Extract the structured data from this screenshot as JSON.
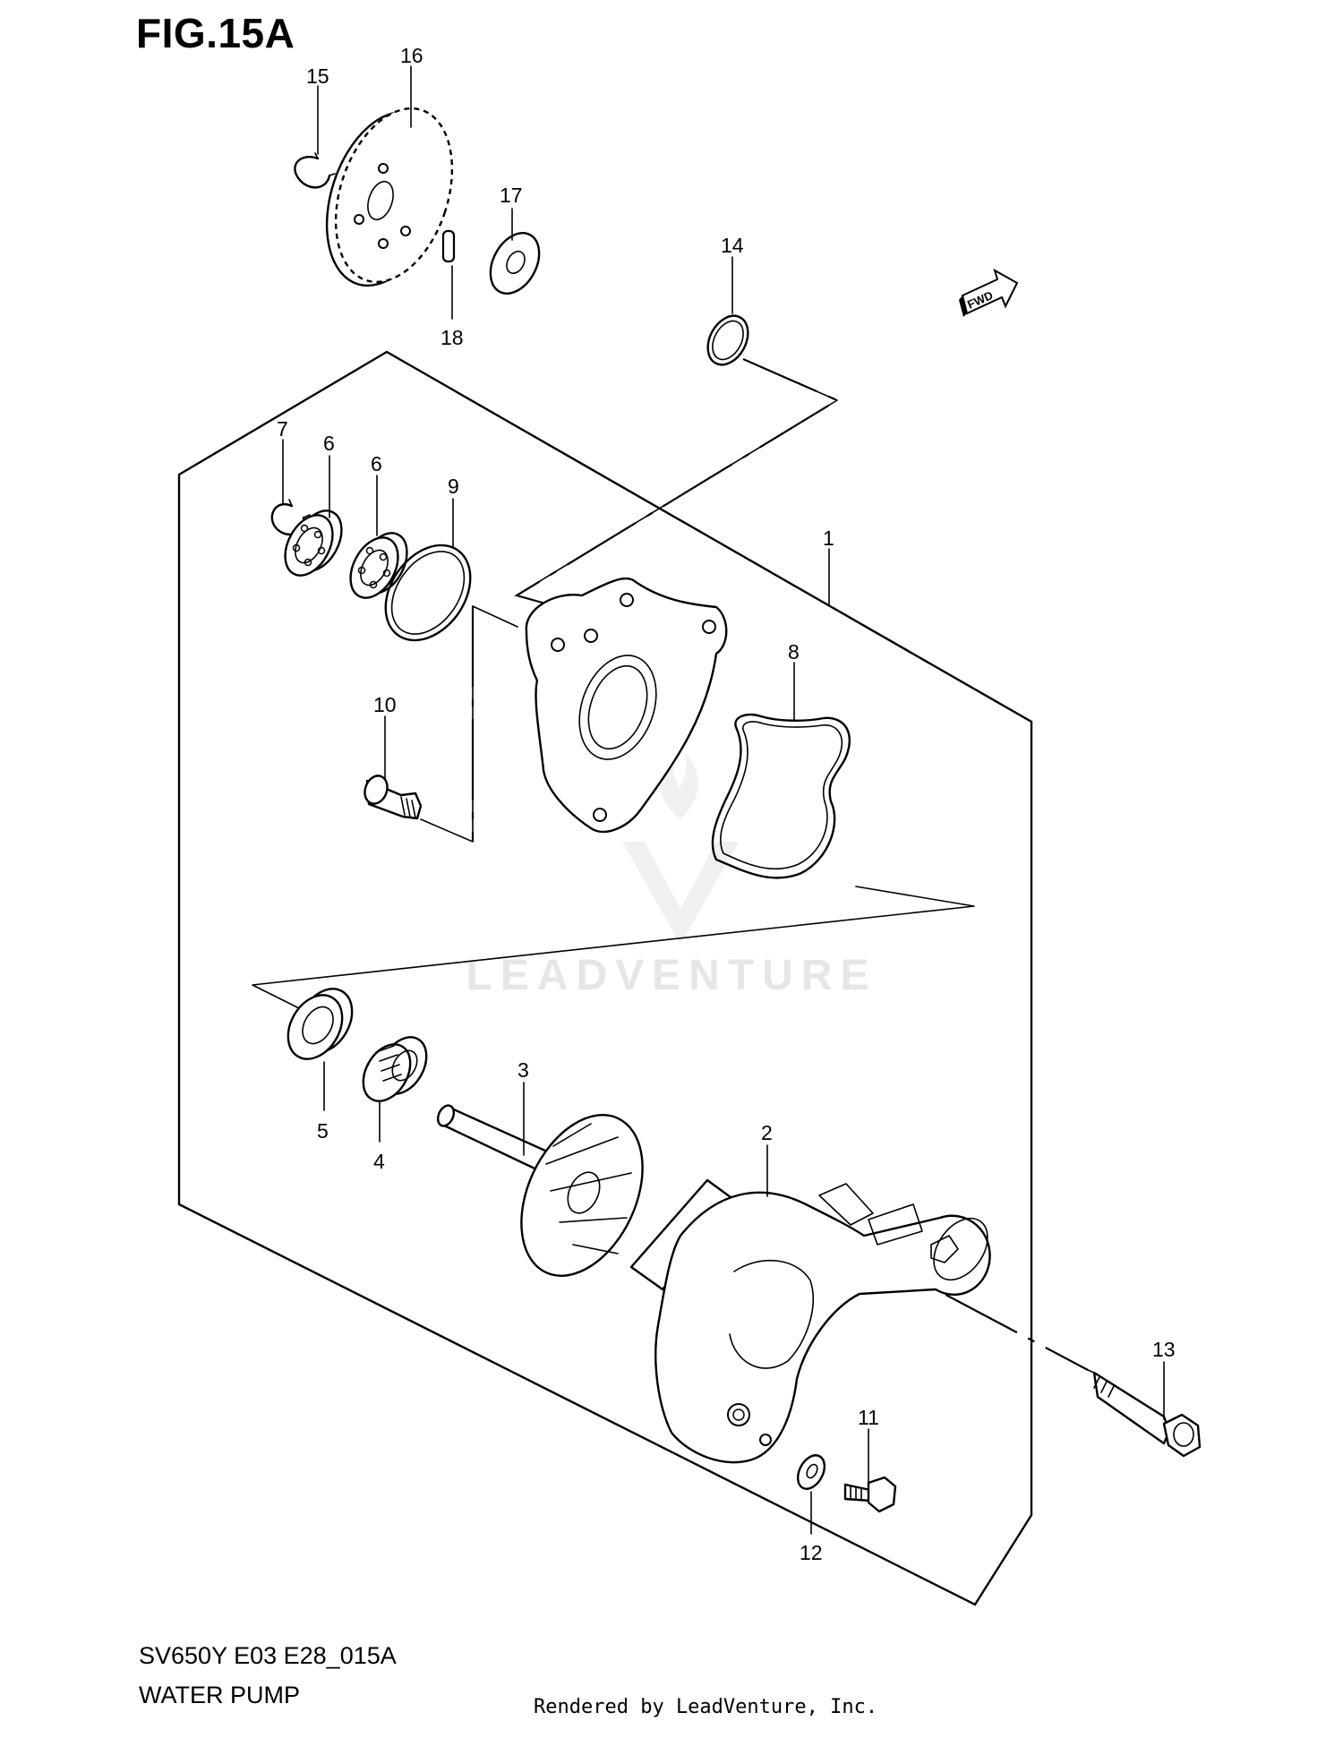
{
  "figure": {
    "title": "FIG.15A",
    "code": "SV650Y E03 E28_015A",
    "name": "WATER PUMP"
  },
  "watermark": {
    "text": "LEADVENTURE"
  },
  "credit": {
    "text": "Rendered by LeadVenture, Inc."
  },
  "direction_marker": {
    "label": "FWD"
  },
  "callouts": [
    {
      "id": "1",
      "label": "1"
    },
    {
      "id": "2",
      "label": "2"
    },
    {
      "id": "3",
      "label": "3"
    },
    {
      "id": "4",
      "label": "4"
    },
    {
      "id": "5",
      "label": "5"
    },
    {
      "id": "6a",
      "label": "6"
    },
    {
      "id": "6b",
      "label": "6"
    },
    {
      "id": "7",
      "label": "7"
    },
    {
      "id": "8",
      "label": "8"
    },
    {
      "id": "9",
      "label": "9"
    },
    {
      "id": "10",
      "label": "10"
    },
    {
      "id": "11",
      "label": "11"
    },
    {
      "id": "12",
      "label": "12"
    },
    {
      "id": "13",
      "label": "13"
    },
    {
      "id": "14",
      "label": "14"
    },
    {
      "id": "15",
      "label": "15"
    },
    {
      "id": "16",
      "label": "16"
    },
    {
      "id": "17",
      "label": "17"
    },
    {
      "id": "18",
      "label": "18"
    }
  ]
}
